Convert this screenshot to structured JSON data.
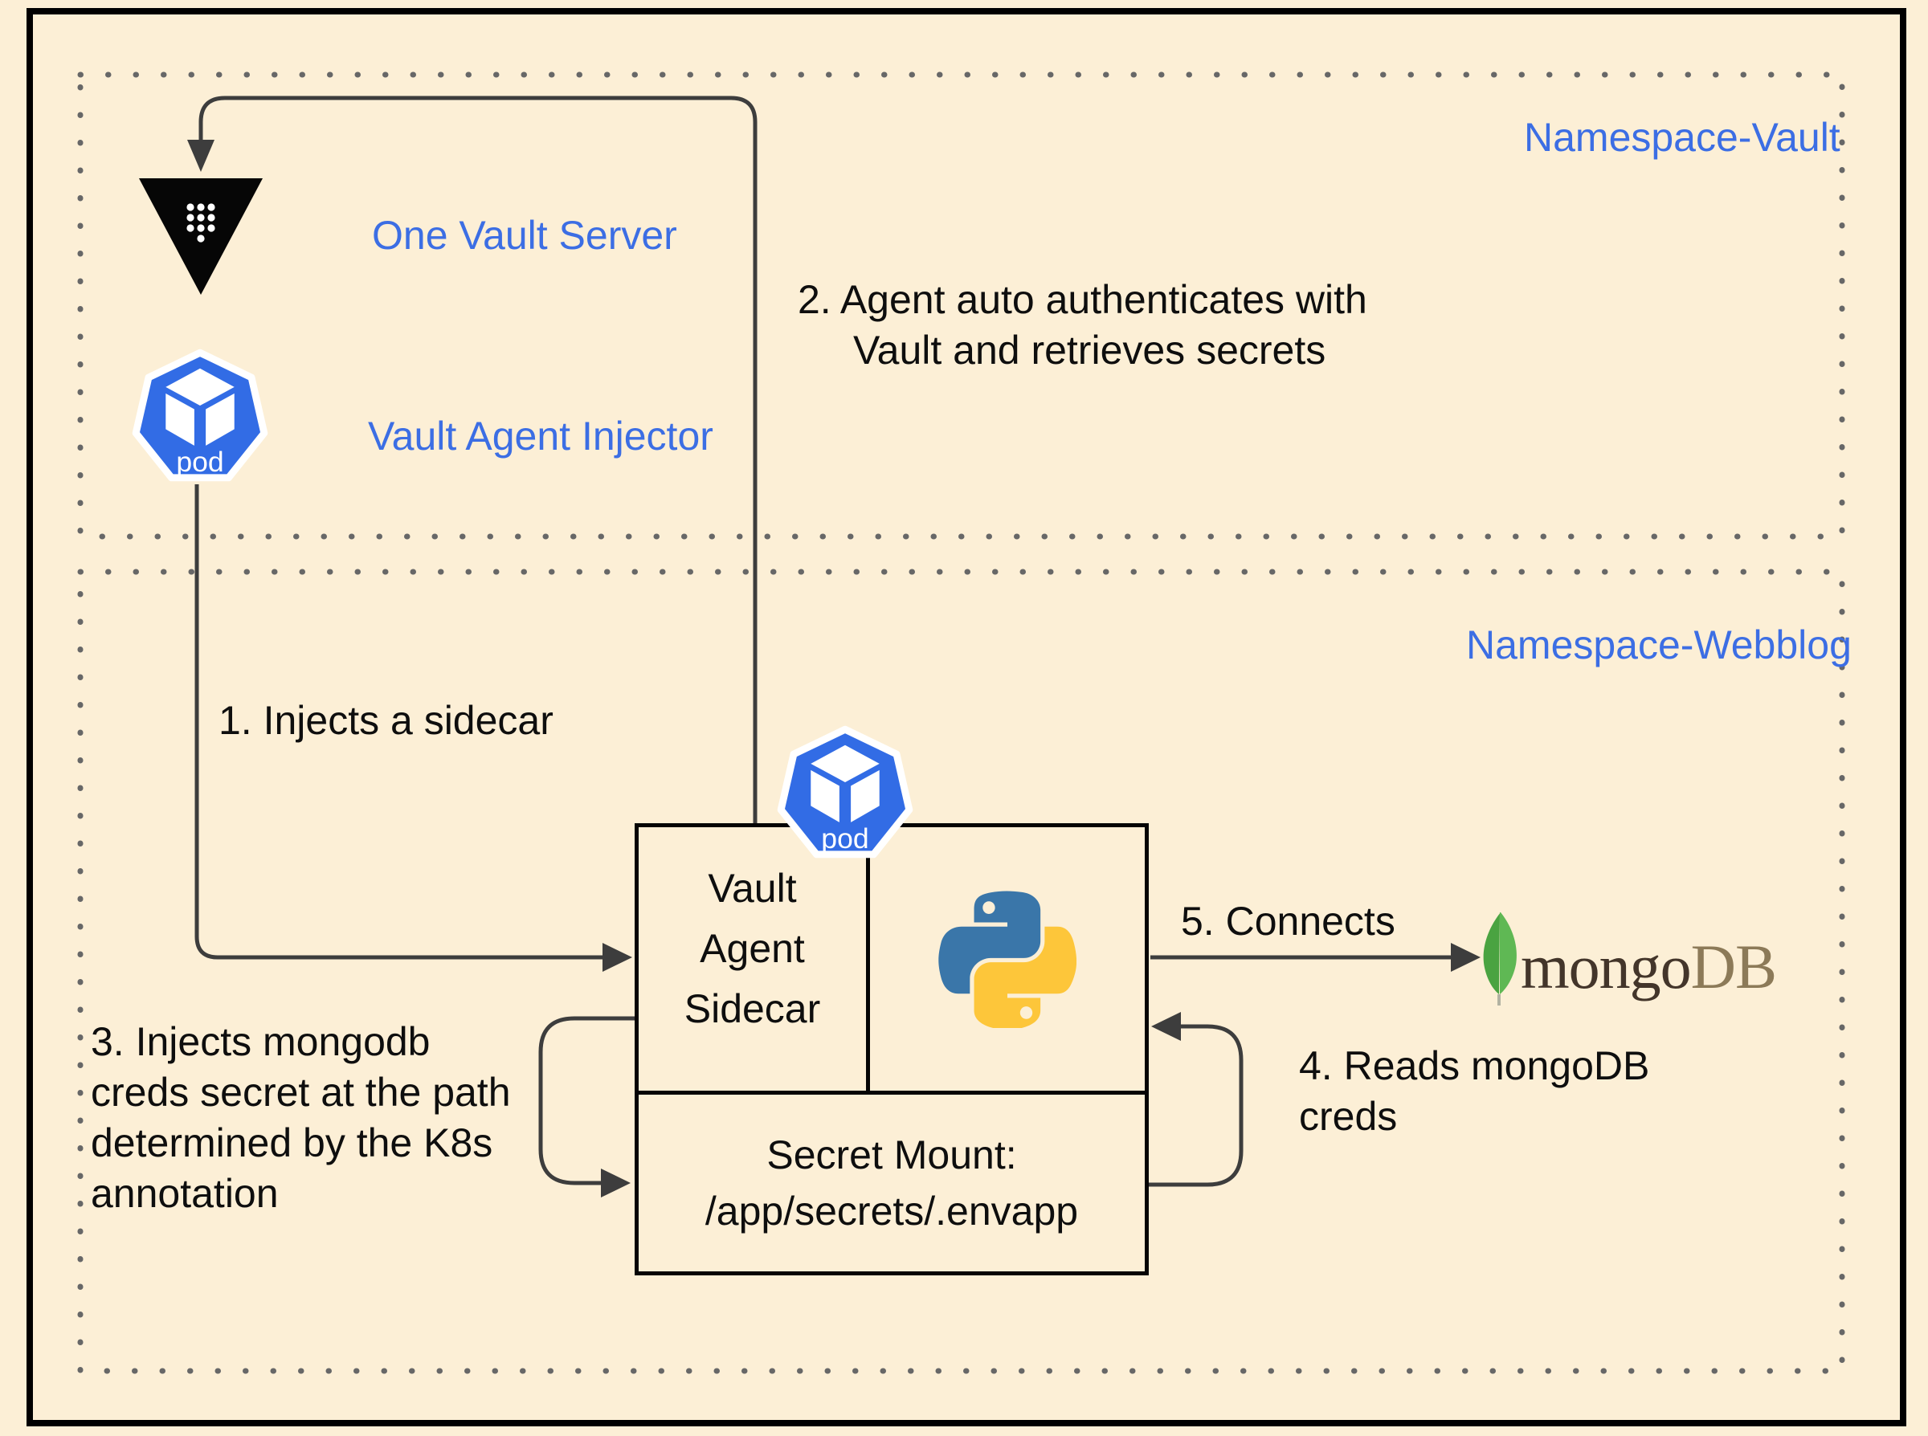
{
  "diagram": {
    "regions": {
      "vault_label": "Namespace-Vault",
      "webblog_label": "Namespace-Webblog"
    },
    "vault": {
      "server_label": "One Vault Server",
      "injector_label": "Vault Agent Injector"
    },
    "pod_top": {
      "label": "pod"
    },
    "pod_bottom": {
      "label": "pod"
    },
    "steps": {
      "step1": "1. Injects a sidecar",
      "step2_line1": "2. Agent auto authenticates with",
      "step2_line2": "Vault and retrieves secrets",
      "step3_line1": "3. Injects mongodb",
      "step3_line2": "creds secret at the path",
      "step3_line3": "determined by the K8s",
      "step3_line4": "annotation",
      "step4_line1": "4. Reads mongoDB",
      "step4_line2": "creds",
      "step5": "5. Connects"
    },
    "pod_box": {
      "sidecar_line1": "Vault",
      "sidecar_line2": "Agent",
      "sidecar_line3": "Sidecar"
    },
    "secret_box": {
      "line1": "Secret Mount:",
      "line2": "/app/secrets/.envapp"
    },
    "mongodb": {
      "word1": "mongo",
      "word2": "DB"
    },
    "colors": {
      "background": "#fcefd6",
      "label_blue": "#3c6ee4",
      "kubernetes_blue": "#326ce5",
      "python_blue": "#3a76a9",
      "python_yellow": "#fdc63a",
      "mongo_leaf_green": "#4aa341",
      "mongo_text_dark": "#43352a",
      "mongo_text_light": "#8c7a58",
      "connector_gray": "#3d3d3d",
      "dotted_border_gray": "#676767"
    }
  }
}
